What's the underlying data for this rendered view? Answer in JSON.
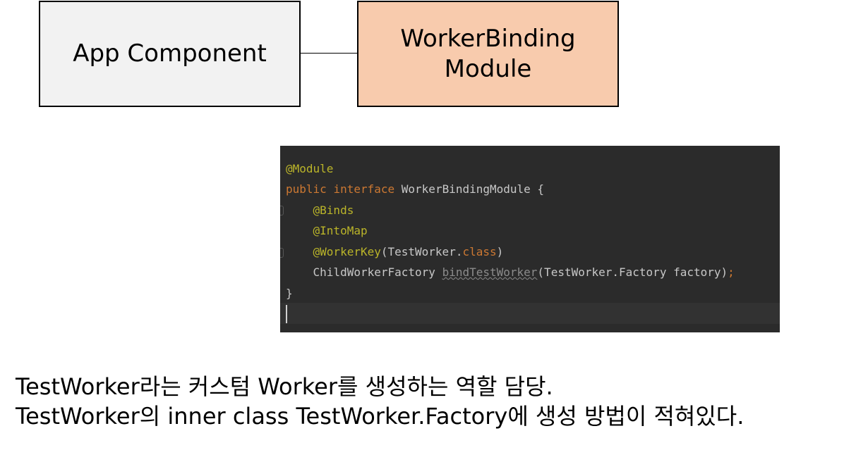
{
  "diagram": {
    "nodes": [
      {
        "id": "app",
        "label": "App Component",
        "fill": "#f2f2f2"
      },
      {
        "id": "module",
        "label": "WorkerBinding\nModule",
        "fill": "#f8cbad"
      }
    ],
    "edges": [
      {
        "from": "app",
        "to": "module"
      }
    ]
  },
  "code": {
    "background": "#2b2b2b",
    "lines": [
      [
        {
          "t": "@Module",
          "c": "ann"
        }
      ],
      [
        {
          "t": "public",
          "c": "kw"
        },
        {
          "t": " "
        },
        {
          "t": "interface",
          "c": "kw"
        },
        {
          "t": " WorkerBindingModule {"
        }
      ],
      [
        {
          "t": "    "
        },
        {
          "t": "@Binds",
          "c": "ann"
        }
      ],
      [
        {
          "t": "    "
        },
        {
          "t": "@IntoMap",
          "c": "ann"
        }
      ],
      [
        {
          "t": "    "
        },
        {
          "t": "@WorkerKey",
          "c": "ann"
        },
        {
          "t": "(TestWorker."
        },
        {
          "t": "class",
          "c": "kw"
        },
        {
          "t": ")"
        }
      ],
      [
        {
          "t": "    ChildWorkerFactory "
        },
        {
          "t": "bindTestWorker",
          "c": "unused"
        },
        {
          "t": "(TestWorker.Factory factory)"
        },
        {
          "t": ";",
          "c": "kw"
        }
      ],
      [
        {
          "t": "}"
        }
      ]
    ]
  },
  "description": {
    "line1": "TestWorker라는 커스텀 Worker를 생성하는 역할 담당.",
    "line2": "TestWorker의 inner class TestWorker.Factory에 생성 방법이 적혀있다."
  }
}
